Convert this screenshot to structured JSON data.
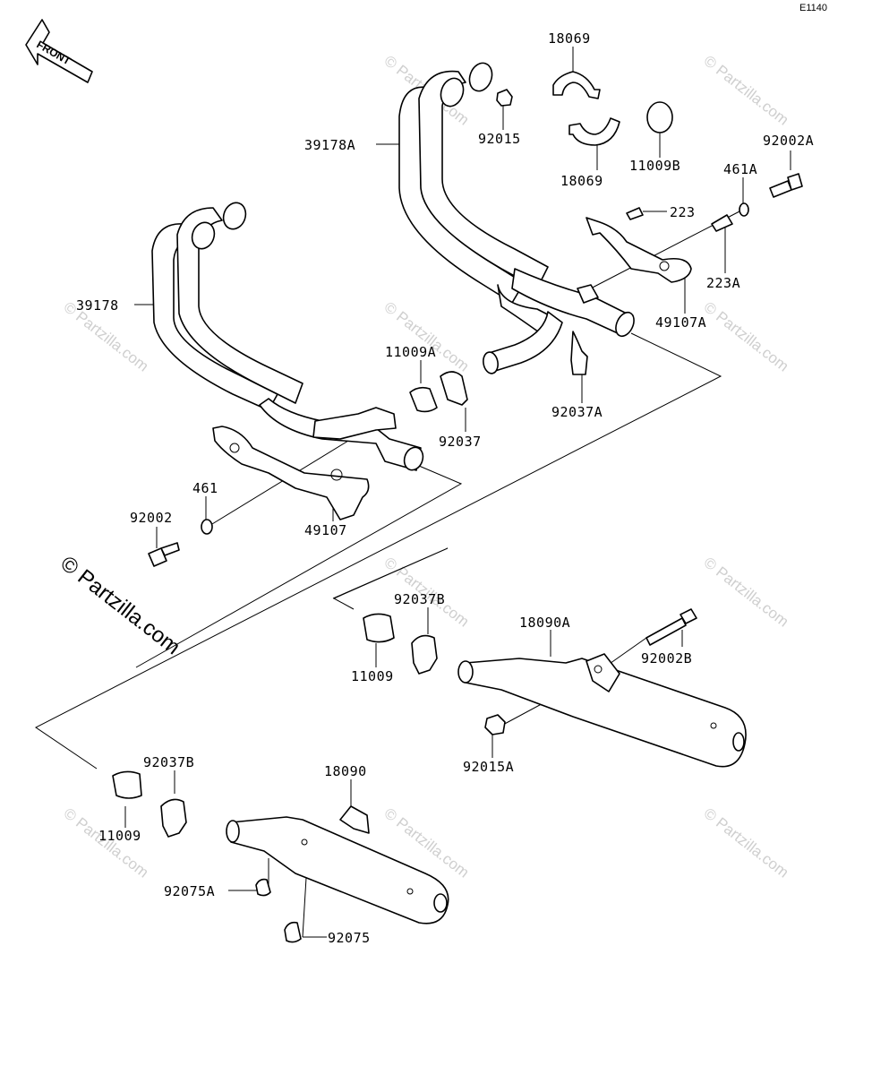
{
  "diagram_code": "E1140",
  "front_arrow_label": "FRONT",
  "watermark_text": "© Partzilla.com",
  "labels": {
    "p18069_top": "18069",
    "p18069_bottom": "18069",
    "p92015": "92015",
    "p39178A": "39178A",
    "p11009B": "11009B",
    "p92002A": "92002A",
    "p461A": "461A",
    "p223": "223",
    "p223A": "223A",
    "p49107A": "49107A",
    "p39178": "39178",
    "p11009A": "11009A",
    "p92037": "92037",
    "p92037A": "92037A",
    "p461": "461",
    "p92002": "92002",
    "p49107": "49107",
    "p92037B_upper": "92037B",
    "p18090A": "18090A",
    "p92002B": "92002B",
    "p11009_upper": "11009",
    "p92015A": "92015A",
    "p92037B_lower": "92037B",
    "p18090": "18090",
    "p11009_lower": "11009",
    "p92075A": "92075A",
    "p92075": "92075"
  }
}
